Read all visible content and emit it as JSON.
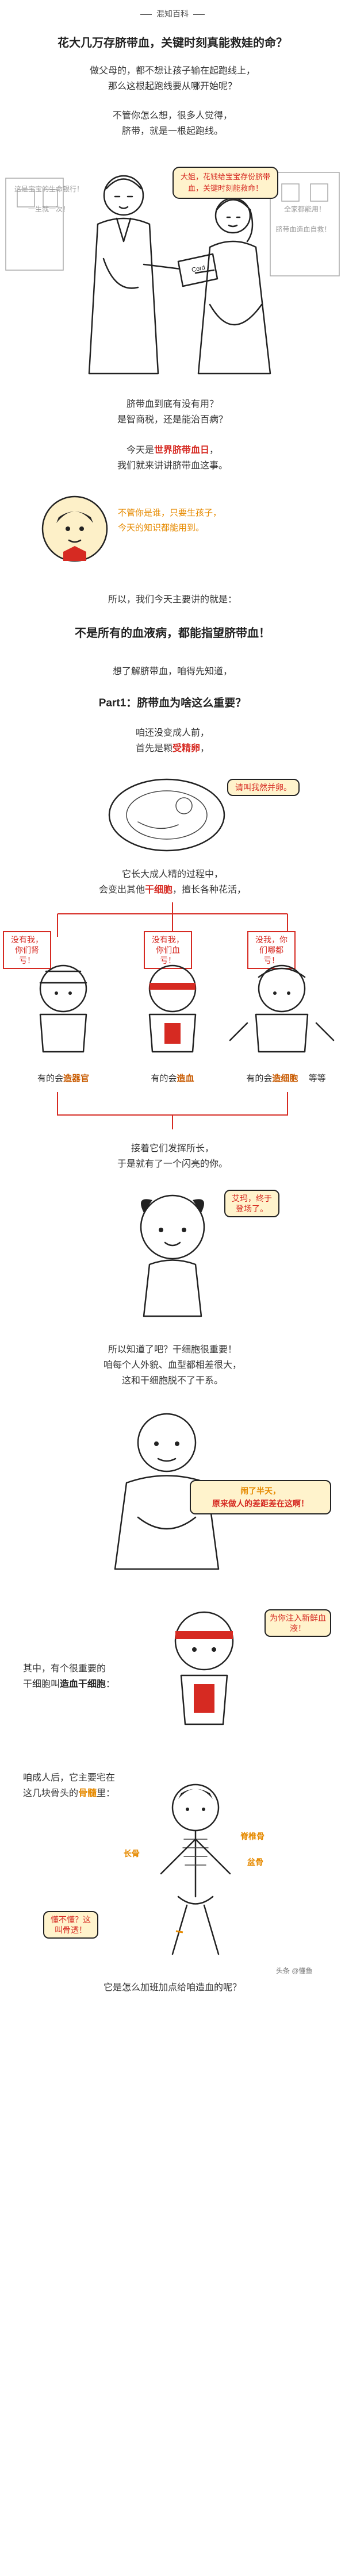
{
  "brand": "混知百科",
  "headline": "花大几万存脐带血，关键时刻真能救娃的命？",
  "intro": {
    "l1": "做父母的，都不想让孩子输在起跑线上，",
    "l2": "那么这根起跑线要从哪开始呢？",
    "l3": "不管你怎么想，很多人觉得，",
    "l4": "脐带，就是一根起跑线。"
  },
  "scene1": {
    "bubble": "大姐，花钱给宝宝存份脐带血，关键时刻能救命！",
    "side_left_1": "这是宝宝的生命银行！",
    "side_left_2": "一生就一次！",
    "side_right_1": "全家都能用！",
    "side_right_2": "脐带血造血自救！",
    "box_label": "Cord"
  },
  "q": {
    "l1": "脐带血到底有没有用？",
    "l2": "是智商税，还是能治百病？",
    "l3_pre": "今天是",
    "l3_hl": "世界脐带血日",
    "l3_post": "，",
    "l4": "我们就来讲讲脐带血这事。"
  },
  "avatar_bubble": {
    "l1": "不管你是谁，只要生孩子，",
    "l2": "今天的知识都能用到。"
  },
  "theme": {
    "l1": "所以，我们今天主要讲的就是：",
    "l2": "不是所有的血液病，都能指望脐带血！"
  },
  "part1": {
    "l1": "想了解脐带血，咱得先知道，",
    "title": "Part1：脐带血为啥这么重要？",
    "l2": "咱还没变成人前，",
    "l3_pre": "首先是颗",
    "l3_hl": "受精卵",
    "l3_post": "，",
    "egg_bubble": "请叫我然并卵。",
    "l4": "它长大成人精的过程中，",
    "l5_pre": "会变出其他",
    "l5_hl": "干细胞",
    "l5_post": "，擅长各种花活，"
  },
  "cells": {
    "tag1": "没有我，你们肾亏！",
    "tag2": "没有我，你们血亏！",
    "tag3": "没我，你们哪都亏！",
    "role1_pre": "有的会",
    "role1_hl": "造器官",
    "role2_pre": "有的会",
    "role2_hl": "造血",
    "role3_pre": "有的会",
    "role3_hl": "造细胞",
    "etc": "等等"
  },
  "baby": {
    "l1": "接着它们发挥所长，",
    "l2": "于是就有了一个闪亮的你。",
    "bubble": "艾玛，终于登场了。"
  },
  "know": {
    "l1": "所以知道了吧？干细胞很重要！",
    "l2": "咱每个人外貌、血型都相差很大，",
    "l3": "这和干细胞脱不了干系。"
  },
  "man_bubble": {
    "l1": "闹了半天，",
    "l2": "原来做人的差距差在这啊！"
  },
  "hsc": {
    "bubble": "为你注入新鲜血液！",
    "l1": "其中，有个很重要的",
    "l2_pre": "干细胞叫",
    "l2_hl": "造血干细胞",
    "l2_post": "："
  },
  "bone": {
    "l1": "咱成人后，它主要宅在",
    "l2_pre": "这几块骨头的",
    "l2_hl": "骨髓",
    "l2_post": "里：",
    "label_rib": "脊椎骨",
    "label_pelvis": "盆骨",
    "label_long": "长骨",
    "kid_bubble": "懂不懂？这叫骨透！"
  },
  "ending": "它是怎么加班加点给咱造血的呢？",
  "watermark": "头条 @懂鱼"
}
